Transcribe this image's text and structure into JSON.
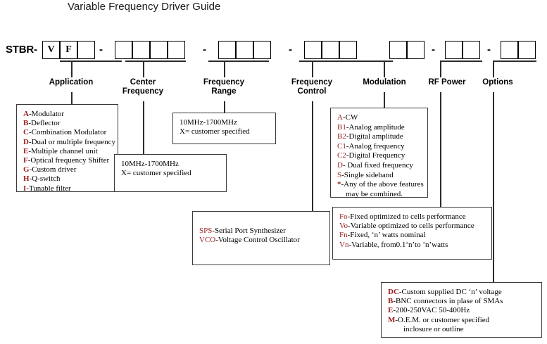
{
  "title": "Variable Frequency Driver Guide",
  "partnumber": {
    "prefix": "STBR-",
    "groups": [
      {
        "name": "group-1",
        "cells": [
          "V",
          "F",
          ""
        ]
      },
      {
        "name": "group-2",
        "cells": [
          "",
          "",
          "",
          ""
        ]
      },
      {
        "name": "group-3",
        "cells": [
          "",
          "",
          ""
        ]
      },
      {
        "name": "group-4",
        "cells": [
          "",
          "",
          ""
        ]
      },
      {
        "name": "group-5",
        "cells": [
          "",
          ""
        ]
      },
      {
        "name": "group-6",
        "cells": [
          "",
          ""
        ]
      },
      {
        "name": "group-7",
        "cells": [
          "",
          ""
        ]
      }
    ],
    "separator": "-"
  },
  "columns": [
    {
      "key": "application",
      "label": "Application"
    },
    {
      "key": "center_frequency",
      "label": "Center\nFrequency"
    },
    {
      "key": "frequency_range",
      "label": "Frequency\nRange"
    },
    {
      "key": "frequency_control",
      "label": "Frequency\nControl"
    },
    {
      "key": "modulation",
      "label": "Modulation"
    },
    {
      "key": "rf_power",
      "label": "RF Power"
    },
    {
      "key": "options",
      "label": "Options"
    }
  ],
  "application_box": {
    "entries": [
      {
        "code": "A",
        "text": "-Modulator"
      },
      {
        "code": "B",
        "text": "-Deflector"
      },
      {
        "code": "C",
        "text": "-Combination Modulator"
      },
      {
        "code": "D",
        "text": "-Dual or multiple frequency"
      },
      {
        "code": "E",
        "text": "-Multiple channel unit"
      },
      {
        "code": "F",
        "text": "-Optical frequency Shifter"
      },
      {
        "code": "G",
        "text": "-Custom driver"
      },
      {
        "code": "H",
        "text": "-Q-switch"
      },
      {
        "code": "I",
        "text": "-Tunable filter"
      }
    ]
  },
  "center_frequency_box": {
    "line1": "10MHz-1700MHz",
    "line2": "X= customer specified"
  },
  "frequency_range_box": {
    "line1": "10MHz-1700MHz",
    "line2": "X= customer specified"
  },
  "frequency_control_box": {
    "entries": [
      {
        "code": "SPS",
        "text": "-Serial Port Synthesizer"
      },
      {
        "code": "VCO",
        "text": "-Voltage Control Oscillator"
      }
    ]
  },
  "modulation_box": {
    "entries": [
      {
        "code": "A",
        "text": "-CW"
      },
      {
        "code": "B1",
        "text": "-Analog amplitude"
      },
      {
        "code": "B2",
        "text": "-Digital amplitude"
      },
      {
        "code": "C1",
        "text": "-Analog frequency"
      },
      {
        "code": "C2",
        "text": "-Digital Frequency"
      },
      {
        "code": "D",
        "text": "- Dual fixed frequency"
      },
      {
        "code": "S",
        "text": "-Single sideband"
      },
      {
        "code": "*",
        "text": "-Any of the above features"
      }
    ],
    "continuation": "may be combined."
  },
  "rf_power_box": {
    "entries": [
      {
        "code": "Fo",
        "text": "-Fixed optimized to cells performance"
      },
      {
        "code": "Vo",
        "text": "-Variable optimized to cells performance"
      },
      {
        "code": "Fn",
        "text": "-Fixed, ‘n’ watts nominal"
      },
      {
        "code": "Vn",
        "text": "-Variable, from0.1‘n’to ‘n’watts"
      }
    ]
  },
  "options_box": {
    "entries": [
      {
        "code": "DC",
        "text": "-Custom supplied DC ‘n’ voltage"
      },
      {
        "code": "B",
        "text": "-BNC connectors in plase of SMAs"
      },
      {
        "code": "E",
        "text": "-200-250VAC 50-400Hz"
      },
      {
        "code": "M",
        "text": "-O.E.M. or customer specified"
      }
    ],
    "continuation": "inclosure or outline"
  },
  "colors": {
    "code_red": "#9b1c1c",
    "line": "#2b2b2b",
    "box_border": "#3a3a3a",
    "text": "#000000",
    "background": "#ffffff"
  }
}
